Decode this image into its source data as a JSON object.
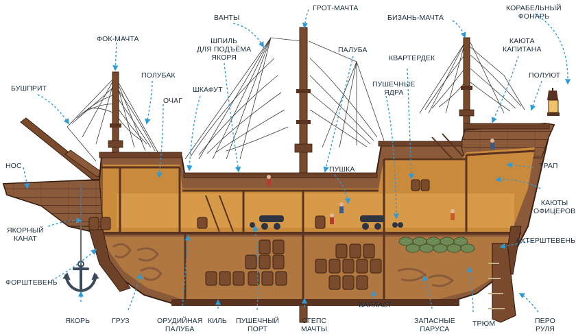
{
  "colors": {
    "label_text": "#1d2f3f",
    "leader_line": "#2e9bd6",
    "hull_dark": "#5a3220",
    "hull_mid": "#8a5a3a",
    "hull_light": "#a87a55",
    "interior_warm": "#c98a3c",
    "interior_glow": "#f2c26a",
    "cargo_sack": "#6f8a55",
    "cannon": "#2e3440",
    "sail_rigging": "#3a3a3a"
  },
  "icons": [
    "anchor-icon",
    "lantern-icon",
    "cannon-icon",
    "barrel-icon",
    "sailor-icon"
  ],
  "labels": {
    "vanty": "ВАНТЫ",
    "grot_machta": "ГРОТ-МАЧТА",
    "bizan_machta": "БИЗАНЬ-МАЧТА",
    "korabelny_fonar": "КОРАБЕЛЬНЫЙ\nФОНАРЬ",
    "fok_machta": "ФОК-МАЧТА",
    "shpil": "ШПИЛЬ\nДЛЯ ПОДЪЁМА\nЯКОРЯ",
    "paluba": "ПАЛУБА",
    "kayuta_kapitana": "КАЮТА\nКАПИТАНА",
    "kvarterdek": "КВАРТЕРДЕК",
    "polubak": "ПОЛУБАК",
    "poluyut": "ПОЛУЮТ",
    "bushprit": "БУШПРИТ",
    "ochag": "ОЧАГ",
    "pushechnye_yadra": "ПУШЕЧНЫЕ\nЯДРА",
    "shkafut": "ШКАФУТ",
    "nos": "НОС",
    "pushka": "ПУШКА",
    "trap": "ТРАП",
    "kayuty_oficerov": "КАЮТЫ\nОФИЦЕРОВ",
    "yakorny_kanat": "ЯКОРНЫЙ\nКАНАТ",
    "akhtershteven": "АХТЕРШТЕВЕНЬ",
    "forshteven": "ФОРШТЕВЕНЬ",
    "yakor": "ЯКОРЬ",
    "gruz": "ГРУЗ",
    "orudiynaya_paluba": "ОРУДИЙНАЯ\nПАЛУБА",
    "kil": "КИЛЬ",
    "pushechny_port": "ПУШЕЧНЫЙ\nПОРТ",
    "steps_machty": "СТЕПС\nМАЧТЫ",
    "ballast": "БАЛЛАСТ",
    "zapasnye_parusa": "ЗАПАСНЫЕ\nПАРУСА",
    "trum": "ТРЮМ",
    "pero_rulya": "ПЕРО\nРУЛЯ"
  }
}
